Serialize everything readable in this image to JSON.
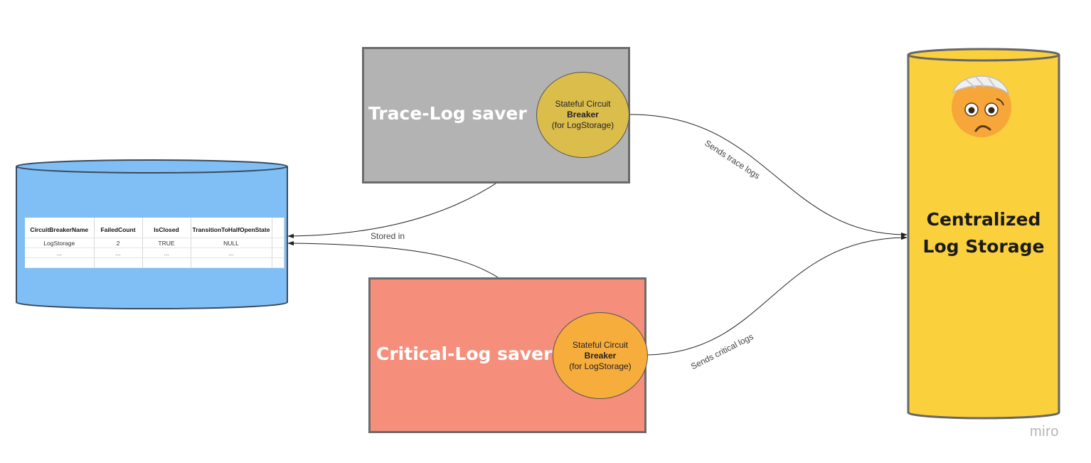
{
  "trace_saver": {
    "title": "Trace-Log saver",
    "breaker": {
      "line1": "Stateful Circuit",
      "line2": "Breaker",
      "line3": "(for LogStorage)"
    }
  },
  "critical_saver": {
    "title": "Critical-Log saver",
    "breaker": {
      "line1": "Stateful Circuit",
      "line2": "Breaker",
      "line3": "(for LogStorage)"
    }
  },
  "state_table": {
    "columns": [
      "CircuitBreakerName",
      "FailedCount",
      "IsClosed",
      "TransitionToHalfOpenState"
    ],
    "rows": [
      [
        "LogStorage",
        "2",
        "TRUE",
        "NULL"
      ],
      [
        "...",
        "...",
        "...",
        "..."
      ]
    ]
  },
  "centralized_storage": {
    "line1": "Centralized",
    "line2": "Log Storage",
    "emoji": "face-with-head-bandage"
  },
  "edges": {
    "stored_in": "Stored in",
    "sends_trace": "Sends trace logs",
    "sends_critical": "Sends critical logs"
  },
  "logo": "miro",
  "colors": {
    "state_db": "#7fbff6",
    "central_storage": "#fad03c",
    "trace_box": "#b3b3b3",
    "critical_box": "#f58f7c",
    "trace_breaker": "#dbbd4c",
    "critical_breaker": "#f7ad3c"
  }
}
